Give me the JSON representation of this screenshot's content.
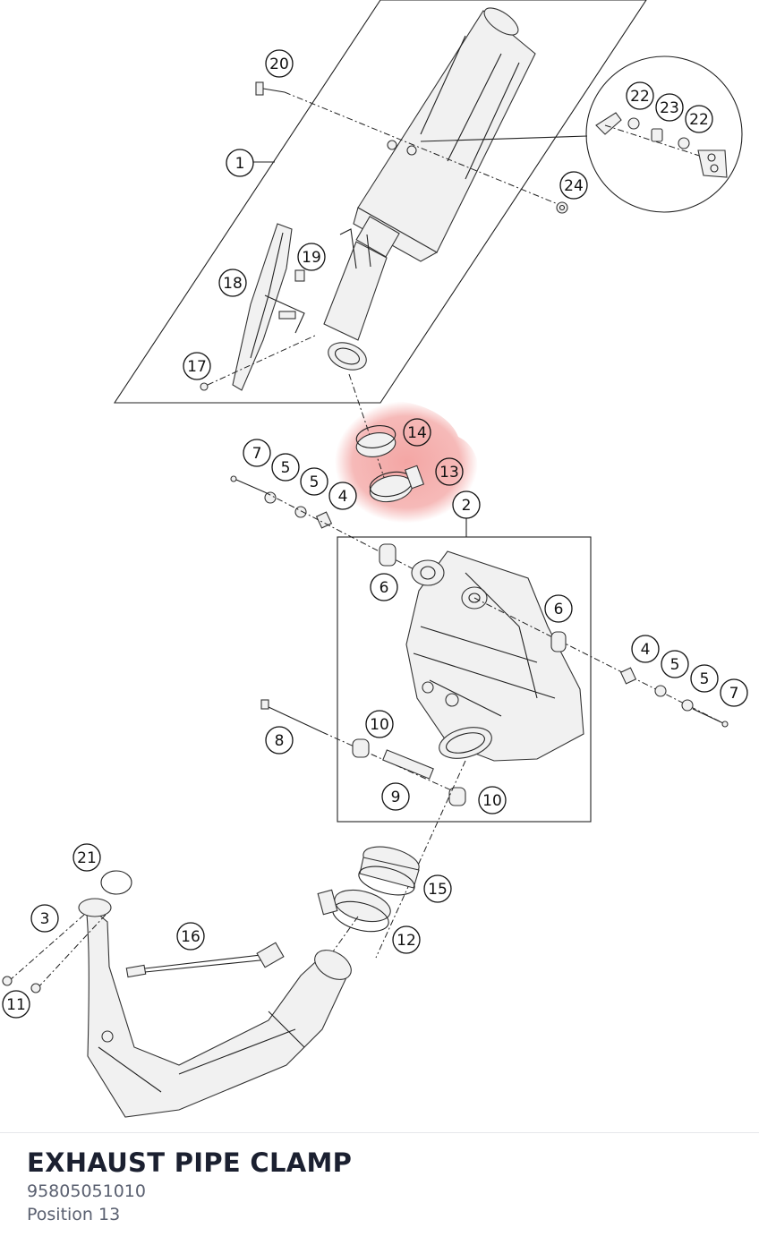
{
  "part": {
    "title": "EXHAUST PIPE CLAMP",
    "number": "95805051010",
    "position": "Position 13"
  },
  "highlight": {
    "color": "#e53935",
    "callouts": [
      "13",
      "14"
    ]
  },
  "callouts": [
    {
      "id": "c20",
      "label": "20"
    },
    {
      "id": "c1",
      "label": "1"
    },
    {
      "id": "c22a",
      "label": "22"
    },
    {
      "id": "c23",
      "label": "23"
    },
    {
      "id": "c22b",
      "label": "22"
    },
    {
      "id": "c24",
      "label": "24"
    },
    {
      "id": "c19",
      "label": "19"
    },
    {
      "id": "c18",
      "label": "18"
    },
    {
      "id": "c17",
      "label": "17"
    },
    {
      "id": "c14",
      "label": "14"
    },
    {
      "id": "c13",
      "label": "13"
    },
    {
      "id": "c7a",
      "label": "7"
    },
    {
      "id": "c5a",
      "label": "5"
    },
    {
      "id": "c5b",
      "label": "5"
    },
    {
      "id": "c4a",
      "label": "4"
    },
    {
      "id": "c2",
      "label": "2"
    },
    {
      "id": "c6a",
      "label": "6"
    },
    {
      "id": "c6b",
      "label": "6"
    },
    {
      "id": "c4b",
      "label": "4"
    },
    {
      "id": "c5c",
      "label": "5"
    },
    {
      "id": "c5d",
      "label": "5"
    },
    {
      "id": "c7b",
      "label": "7"
    },
    {
      "id": "c10a",
      "label": "10"
    },
    {
      "id": "c8",
      "label": "8"
    },
    {
      "id": "c9",
      "label": "9"
    },
    {
      "id": "c10b",
      "label": "10"
    },
    {
      "id": "c21",
      "label": "21"
    },
    {
      "id": "c3",
      "label": "3"
    },
    {
      "id": "c16",
      "label": "16"
    },
    {
      "id": "c15",
      "label": "15"
    },
    {
      "id": "c12",
      "label": "12"
    },
    {
      "id": "c11",
      "label": "11"
    }
  ]
}
